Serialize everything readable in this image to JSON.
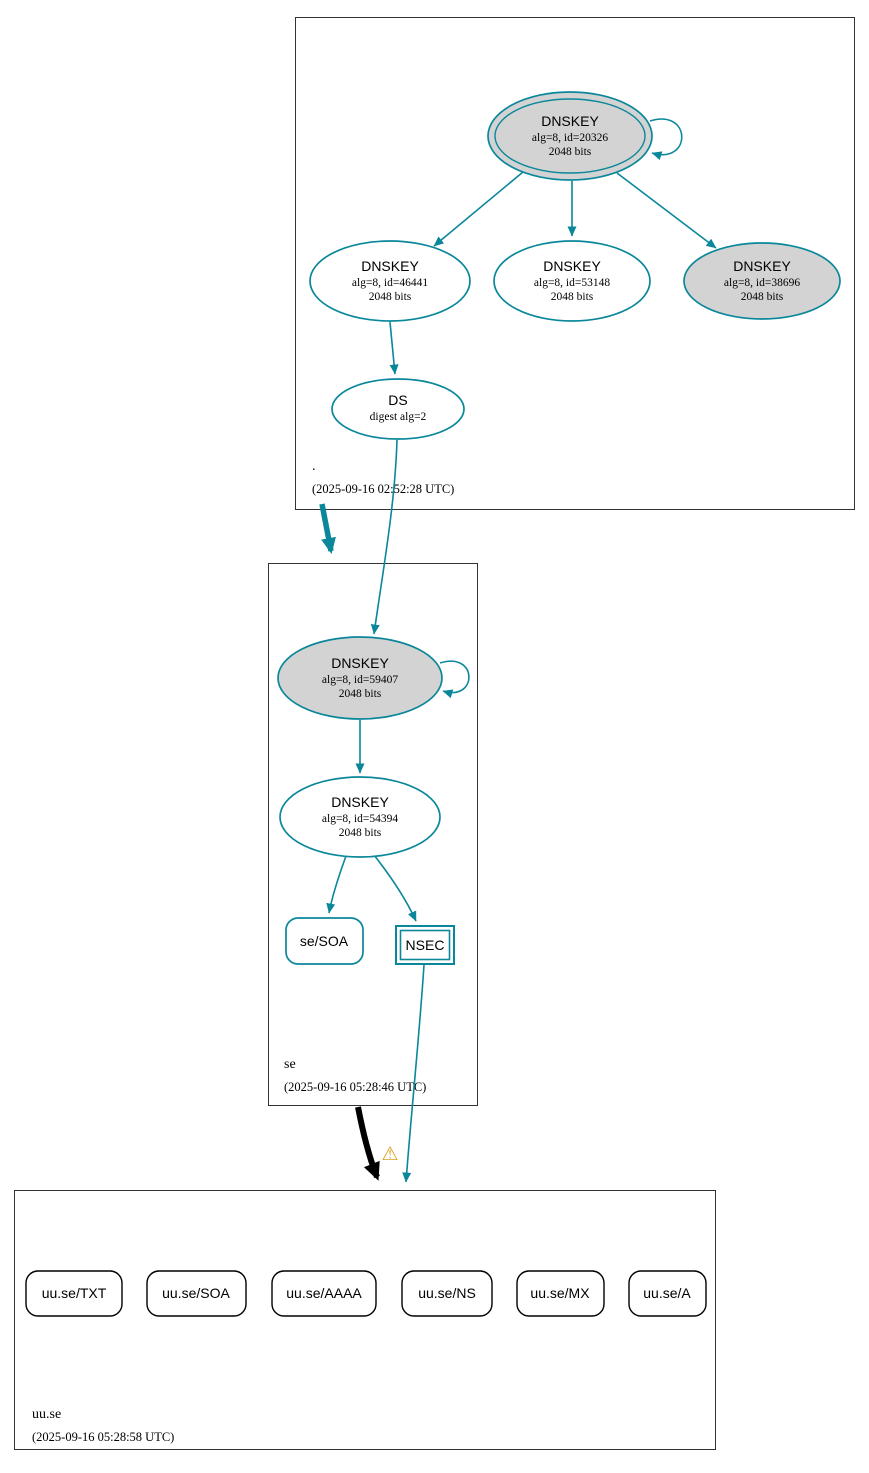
{
  "diagram": {
    "zones": {
      "root": {
        "name": ".",
        "timestamp": "(2025-09-16 02:52:28 UTC)",
        "nodes": {
          "ksk": {
            "label": "DNSKEY",
            "params": "alg=8, id=20326",
            "size": "2048 bits"
          },
          "zsk1": {
            "label": "DNSKEY",
            "params": "alg=8, id=46441",
            "size": "2048 bits"
          },
          "zsk2": {
            "label": "DNSKEY",
            "params": "alg=8, id=53148",
            "size": "2048 bits"
          },
          "zsk3": {
            "label": "DNSKEY",
            "params": "alg=8, id=38696",
            "size": "2048 bits"
          },
          "ds": {
            "label": "DS",
            "params": "digest alg=2"
          }
        }
      },
      "se": {
        "name": "se",
        "timestamp": "(2025-09-16 05:28:46 UTC)",
        "nodes": {
          "ksk": {
            "label": "DNSKEY",
            "params": "alg=8, id=59407",
            "size": "2048 bits"
          },
          "zsk": {
            "label": "DNSKEY",
            "params": "alg=8, id=54394",
            "size": "2048 bits"
          },
          "soa": {
            "label": "se/SOA"
          },
          "nsec": {
            "label": "NSEC"
          }
        }
      },
      "uu_se": {
        "name": "uu.se",
        "timestamp": "(2025-09-16 05:28:58 UTC)",
        "rrsets": [
          {
            "label": "uu.se/TXT"
          },
          {
            "label": "uu.se/SOA"
          },
          {
            "label": "uu.se/AAAA"
          },
          {
            "label": "uu.se/NS"
          },
          {
            "label": "uu.se/MX"
          },
          {
            "label": "uu.se/A"
          }
        ]
      }
    },
    "icons": {
      "warning": "⚠"
    },
    "colors": {
      "secure": "#0a879a",
      "insecure": "#000000",
      "ksk_fill": "#d3d3d3",
      "warning": "#dd9f1e"
    }
  }
}
